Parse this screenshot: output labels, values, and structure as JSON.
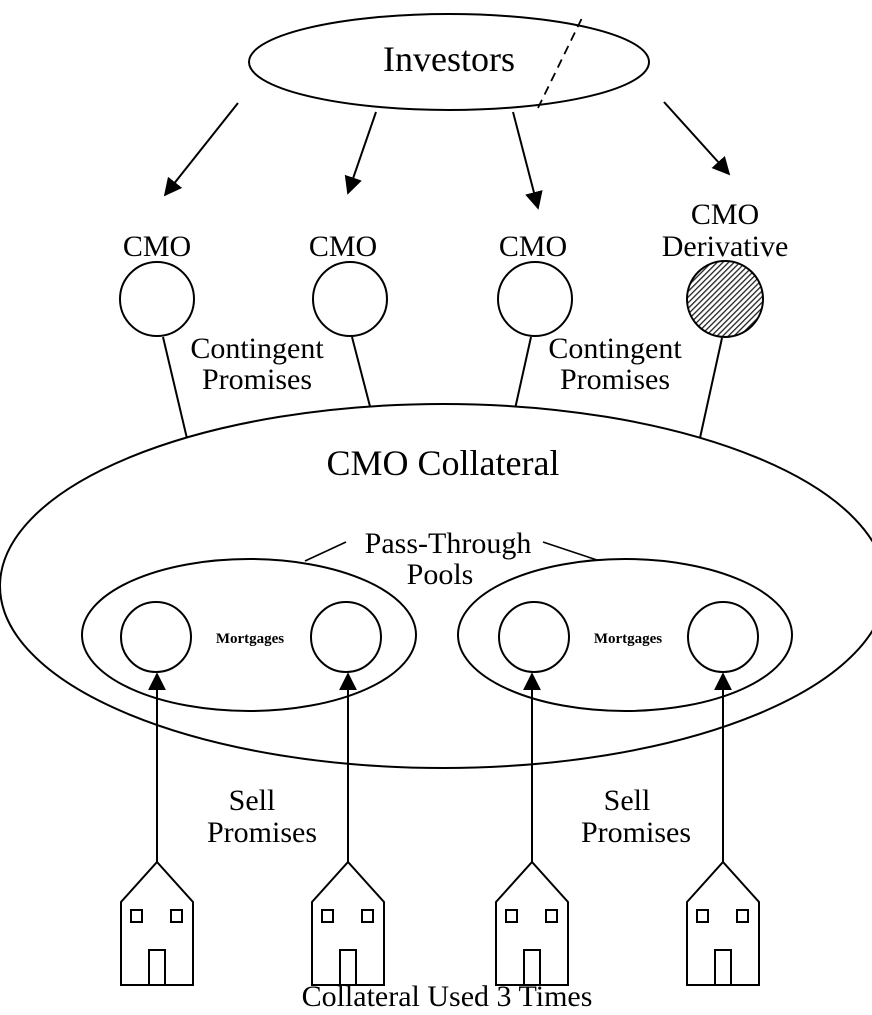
{
  "top": {
    "label": "Investors"
  },
  "securities": [
    {
      "label_lines": [
        "CMO"
      ],
      "shaded": false
    },
    {
      "label_lines": [
        "CMO"
      ],
      "shaded": false
    },
    {
      "label_lines": [
        "CMO"
      ],
      "shaded": false
    },
    {
      "label_lines": [
        "CMO",
        "Derivative"
      ],
      "shaded": true
    }
  ],
  "contingent_labels": [
    {
      "lines": [
        "Contingent",
        "Promises"
      ]
    },
    {
      "lines": [
        "Contingent",
        "Promises"
      ]
    }
  ],
  "collateral": {
    "label": "CMO Collateral"
  },
  "pools": {
    "label_lines": [
      "Pass-Through",
      "Pools"
    ]
  },
  "mortgage_label": "Mortgages",
  "sell_labels": [
    {
      "lines": [
        "Sell",
        "Promises"
      ]
    },
    {
      "lines": [
        "Sell",
        "Promises"
      ]
    }
  ],
  "footer": {
    "label": "Collateral Used 3 Times"
  },
  "colors": {
    "line": "#000000",
    "shade": "#555555",
    "background": "#ffffff"
  }
}
